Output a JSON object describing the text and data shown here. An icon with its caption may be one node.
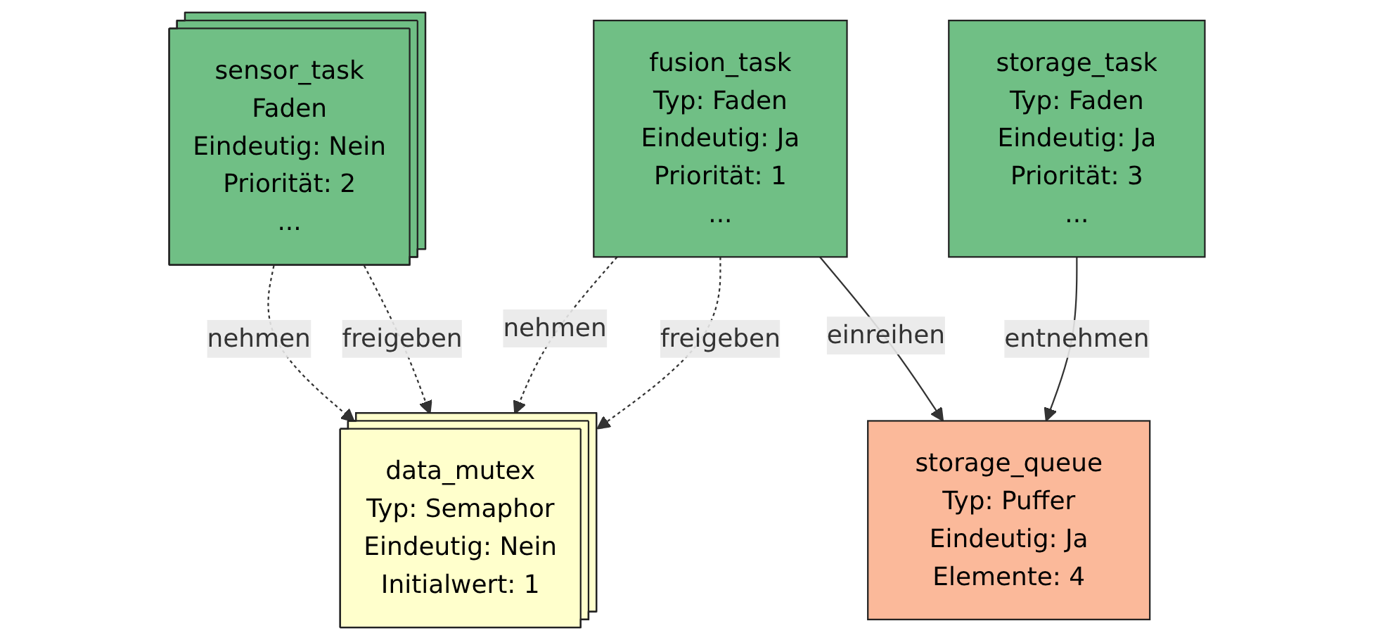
{
  "diagram": {
    "nodes": [
      {
        "text": [
          "data_mutex",
          "Typ: Semaphor",
          "Eindeutig: Nein",
          "Initialwert: 1"
        ]
      },
      {
        "text": [
          "sensor_task",
          "Faden",
          "Eindeutig: Nein",
          "Priorität: 2",
          "..."
        ]
      },
      {
        "text": [
          "fusion_task",
          "Typ: Faden",
          "Eindeutig: Ja",
          "Priorität: 1",
          "..."
        ]
      },
      {
        "text": [
          "storage_queue",
          "Typ: Puffer",
          "Eindeutig: Ja",
          "Elemente: 4"
        ]
      },
      {
        "text": [
          "storage_task",
          "Typ: Faden",
          "Eindeutig: Ja",
          "Priorität: 3",
          "..."
        ]
      }
    ],
    "edges": [
      {
        "from": 1,
        "to": 0,
        "arrow": "to",
        "label": "nehmen",
        "style": "dashed"
      },
      {
        "from": 1,
        "to": 0,
        "arrow": "to",
        "label": "freigeben",
        "style": "dashed"
      },
      {
        "from": 2,
        "to": 0,
        "arrow": "to",
        "label": "nehmen",
        "style": "dashed"
      },
      {
        "from": 2,
        "to": 0,
        "arrow": "to",
        "label": "freigeben",
        "style": "dashed"
      },
      {
        "from": 2,
        "to": 3,
        "arrow": "to",
        "label": "einreihen"
      },
      {
        "from": 4,
        "to": 3,
        "arrow": "to",
        "label": "entnehmen"
      }
    ]
  }
}
